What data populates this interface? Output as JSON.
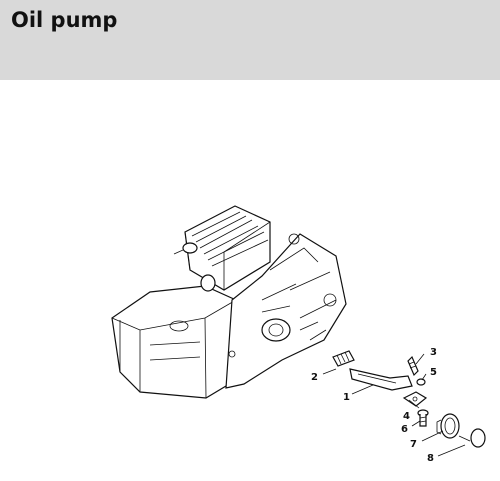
{
  "header": {
    "title": "Oil pump"
  },
  "diagram": {
    "callouts": [
      {
        "number": "1"
      },
      {
        "number": "2"
      },
      {
        "number": "3"
      },
      {
        "number": "4"
      },
      {
        "number": "5"
      },
      {
        "number": "6"
      },
      {
        "number": "7"
      },
      {
        "number": "8"
      }
    ]
  },
  "colors": {
    "header_background": "#d9d9d9",
    "line": "#111111"
  }
}
